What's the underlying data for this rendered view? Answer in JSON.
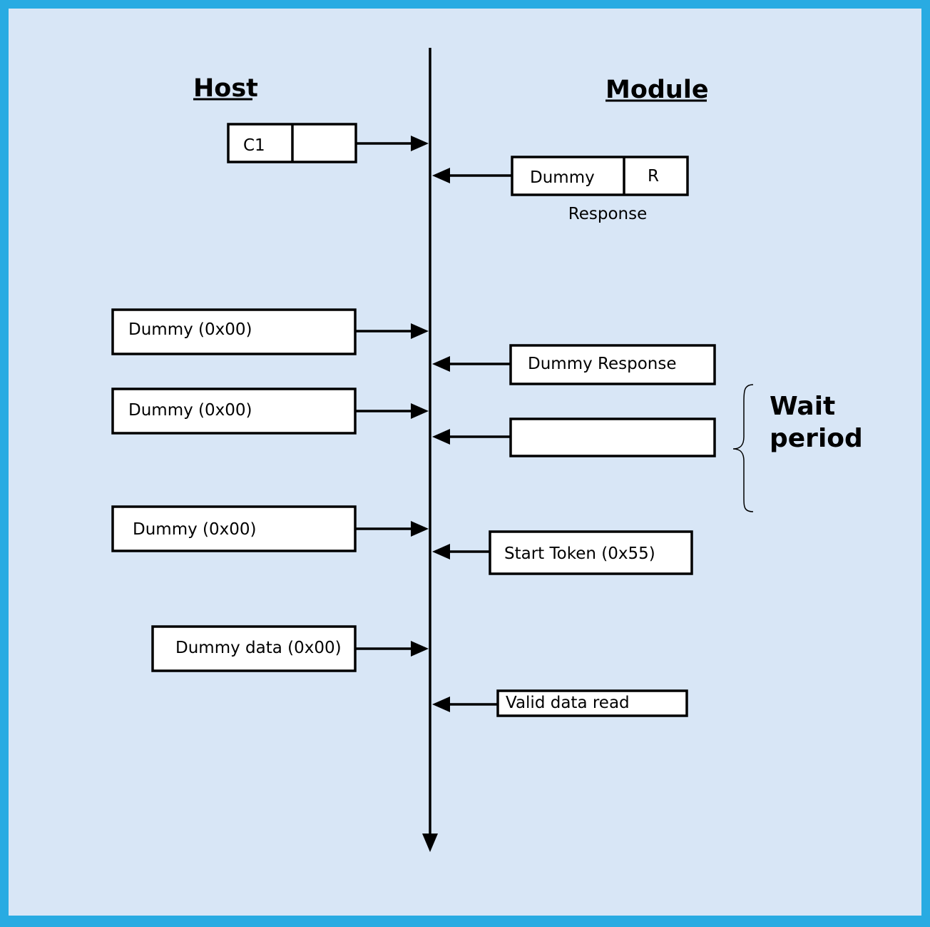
{
  "colors": {
    "border": "#29abe2",
    "background": "#d8e6f6",
    "box_fill": "#ffffff",
    "ink": "#000000"
  },
  "headers": {
    "host": "Host",
    "module": "Module"
  },
  "host_messages": [
    {
      "label": "C1",
      "second_field": ""
    },
    {
      "label": "Dummy (0x00)"
    },
    {
      "label": "Dummy (0x00)"
    },
    {
      "label": "Dummy (0x00)"
    },
    {
      "label": "Dummy data (0x00)"
    }
  ],
  "module_messages": [
    {
      "label": "Dummy",
      "second_field": "R",
      "caption": "Response"
    },
    {
      "label": "Dummy Response"
    },
    {
      "label": ""
    },
    {
      "label": "Start Token (0x55)"
    },
    {
      "label": "Valid data read"
    }
  ],
  "annotation": {
    "line1": "Wait",
    "line2": "period"
  }
}
